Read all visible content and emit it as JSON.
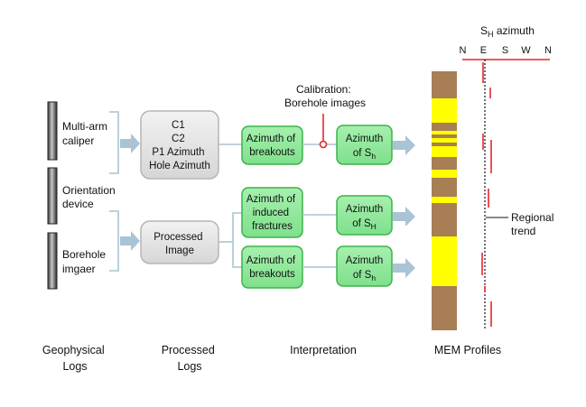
{
  "inputs": {
    "multi_arm_caliper": [
      "Multi-arm",
      "caliper"
    ],
    "orientation_device": [
      "Orientation",
      "device"
    ],
    "borehole_imager": [
      "Borehole",
      "imgaer"
    ]
  },
  "processed": {
    "caliper_outputs": [
      "C1",
      "C2",
      "P1 Azimuth",
      "Hole Azimuth"
    ],
    "processed_image": [
      "Processed",
      "Image"
    ]
  },
  "interpretation": {
    "azimuth_of_breakouts_top": [
      "Azimuth of",
      "breakouts"
    ],
    "azimuth_of_induced_fractures": [
      "Azimuth of",
      "induced",
      "fractures"
    ],
    "azimuth_of_breakouts_bottom": [
      "Azimuth of",
      "breakouts"
    ],
    "azimuth_sh_top": {
      "line1": "Azimuth",
      "prefix": "of S",
      "subscript": "h"
    },
    "azimuth_SH_mid": {
      "line1": "Azimuth",
      "prefix": "of S",
      "subscript": "H"
    },
    "azimuth_sh_bottom": {
      "line1": "Azimuth",
      "prefix": "of S",
      "subscript": "h"
    },
    "calibration": [
      "Calibration:",
      "Borehole images"
    ]
  },
  "mem": {
    "title": {
      "prefix": "S",
      "subscript": "H",
      "suffix": " azimuth"
    },
    "compass": [
      "N",
      "E",
      "S",
      "W",
      "N"
    ],
    "regional_trend": [
      "Regional",
      "trend"
    ]
  },
  "columns": {
    "geophysical_logs": [
      "Geophysical",
      "Logs"
    ],
    "processed_logs": [
      "Processed",
      "Logs"
    ],
    "interpretation": [
      "Interpretation"
    ],
    "mem_profiles": [
      "MEM Profiles"
    ]
  },
  "colors": {
    "green_box": "#8ee89a",
    "green_border": "#3cb44a",
    "gray_box": "#e3e3e3",
    "arrow": "#a9c4d4",
    "red": "#e8252b",
    "brown": "#a87e55",
    "yellow": "#ffff00"
  }
}
